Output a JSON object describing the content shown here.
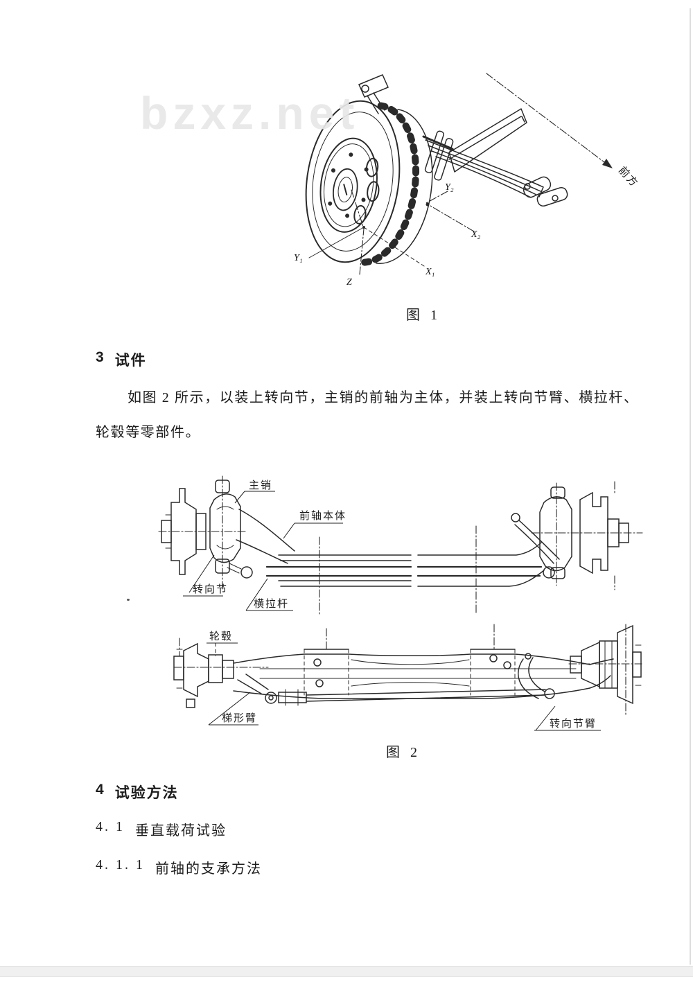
{
  "document": {
    "watermark": "bzxz.net",
    "figure1": {
      "caption": "图 1",
      "direction_label": "前方",
      "axis_labels": {
        "y1": "Y₁",
        "x1": "X₁",
        "y2": "Y₂",
        "x2": "X₂",
        "z": "Z"
      }
    },
    "section3": {
      "number": "3",
      "title": "试件"
    },
    "paragraph": {
      "line1": "如图 2 所示，以装上转向节，主销的前轴为主体，并装上转向节臂、横拉杆、",
      "line2": "轮毂等零部件。"
    },
    "figure2": {
      "caption": "图 2",
      "labels": {
        "king_pin": "主销",
        "axle_body": "前轴本体",
        "steering_knuckle": "转向节",
        "tie_rod": "横拉杆",
        "wheel_hub": "轮毂",
        "trapezoid_arm": "梯形臂",
        "knuckle_arm": "转向节臂"
      }
    },
    "section4": {
      "number": "4",
      "title": "试验方法"
    },
    "section4_1": {
      "number": "4. 1",
      "title": "垂直载荷试验"
    },
    "section4_1_1": {
      "number": "4. 1. 1",
      "title": "前轴的支承方法"
    }
  }
}
